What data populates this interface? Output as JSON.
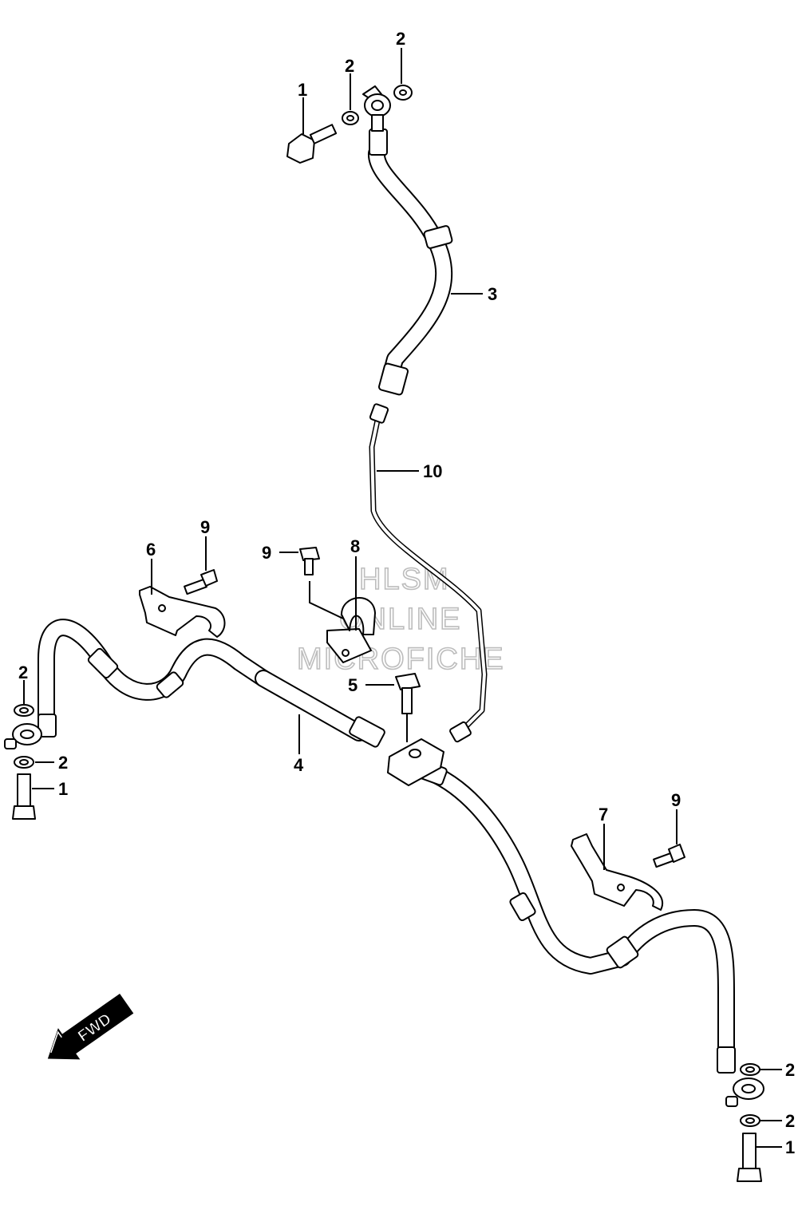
{
  "callouts": {
    "p1_top": "1",
    "p2_top_a": "2",
    "p2_top_b": "2",
    "p3": "3",
    "p10": "10",
    "p9_a": "9",
    "p6": "6",
    "p9_b": "9",
    "p8": "8",
    "p2_left_a": "2",
    "p2_left_b": "2",
    "p1_left": "1",
    "p5": "5",
    "p4": "4",
    "p7": "7",
    "p9_c": "9",
    "p2_right_a": "2",
    "p2_right_b": "2",
    "p1_right": "1"
  },
  "watermark": {
    "line1": "HLSM",
    "line2": "ONLINE",
    "line3": "MICROFICHE"
  },
  "direction_arrow": {
    "label": "FWD"
  }
}
